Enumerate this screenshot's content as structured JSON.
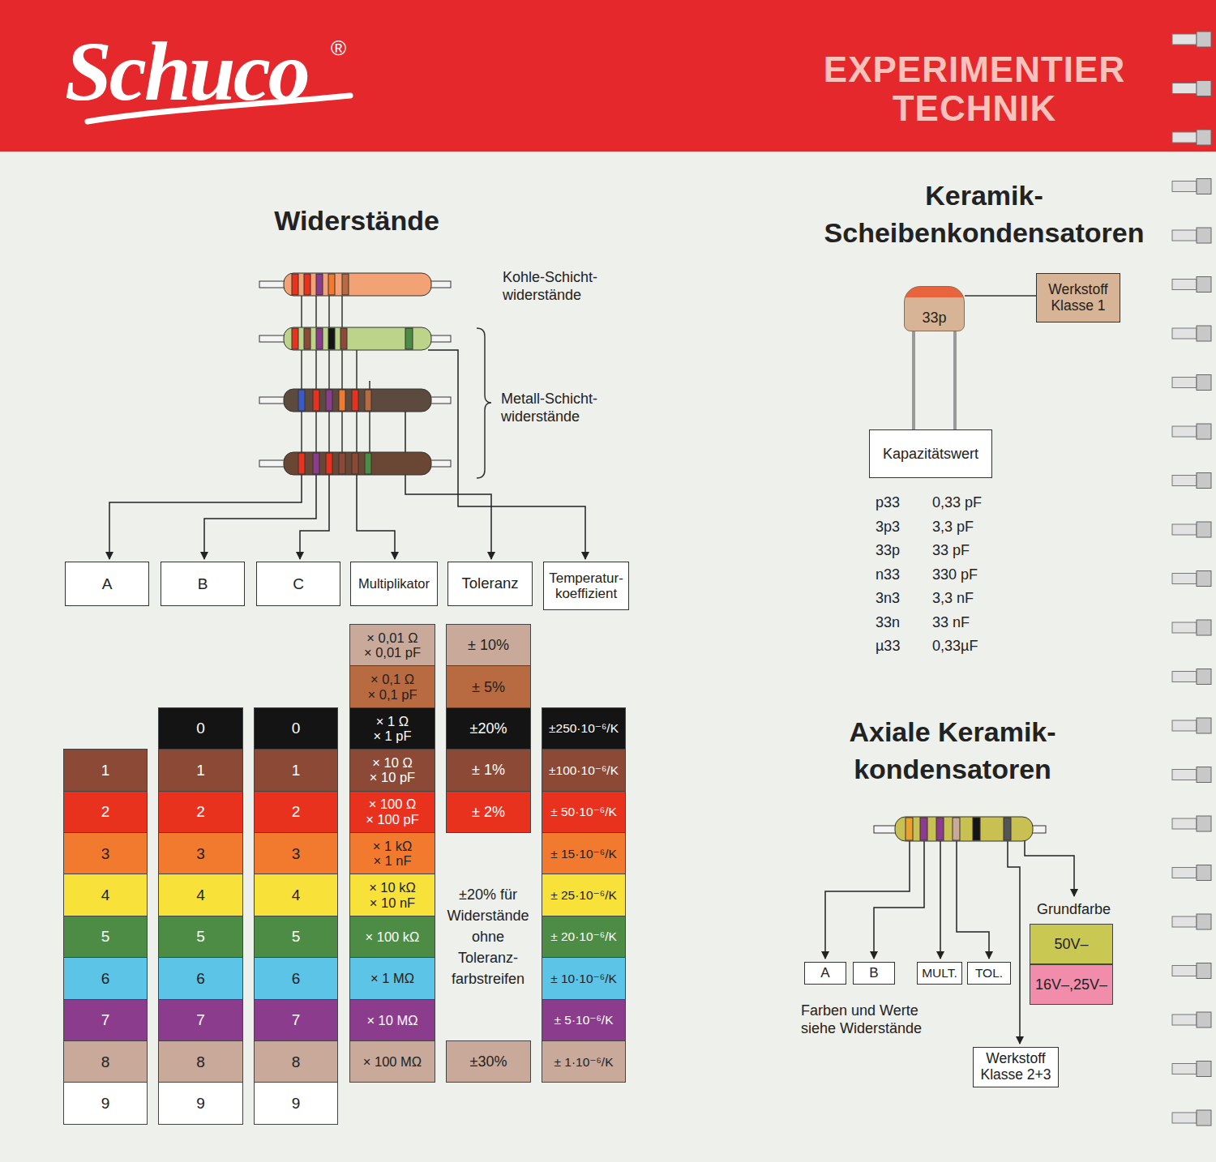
{
  "diagram": {
    "nodes": [
      {
        "text": [
          "A"
        ]
      },
      {
        "text": [
          "B"
        ]
      },
      {
        "text": [
          "C"
        ]
      },
      {
        "text": [
          "Multiplikator"
        ]
      },
      {
        "text": [
          "Toleranz"
        ]
      },
      {
        "text": [
          "Temperatur- koeffizient"
        ]
      },
      {
        "text": [
          "1"
        ]
      },
      {
        "text": [
          "2"
        ]
      },
      {
        "text": [
          "3"
        ]
      },
      {
        "text": [
          "4"
        ]
      },
      {
        "text": [
          "5"
        ]
      },
      {
        "text": [
          "6"
        ]
      },
      {
        "text": [
          "7"
        ]
      },
      {
        "text": [
          "8"
        ]
      },
      {
        "text": [
          "9"
        ]
      },
      {
        "text": [
          "0"
        ]
      },
      {
        "text": [
          "1"
        ]
      },
      {
        "text": [
          "2"
        ]
      },
      {
        "text": [
          "3"
        ]
      },
      {
        "text": [
          "4"
        ]
      },
      {
        "text": [
          "5"
        ]
      },
      {
        "text": [
          "6"
        ]
      },
      {
        "text": [
          "7"
        ]
      },
      {
        "text": [
          "8"
        ]
      },
      {
        "text": [
          "9"
        ]
      },
      {
        "text": [
          "0"
        ]
      },
      {
        "text": [
          "1"
        ]
      },
      {
        "text": [
          "2"
        ]
      },
      {
        "text": [
          "3"
        ]
      },
      {
        "text": [
          "4"
        ]
      },
      {
        "text": [
          "5"
        ]
      },
      {
        "text": [
          "6"
        ]
      },
      {
        "text": [
          "7"
        ]
      },
      {
        "text": [
          "8"
        ]
      },
      {
        "text": [
          "9"
        ]
      },
      {
        "text": [
          "× 0,01 Ω",
          "× 0,01 pF"
        ]
      },
      {
        "text": [
          "× 0,1 Ω",
          "× 0,1 pF"
        ]
      },
      {
        "text": [
          "× 1 Ω",
          "× 1 pF"
        ]
      },
      {
        "text": [
          "× 10 Ω",
          "× 10 pF"
        ]
      },
      {
        "text": [
          "× 100 Ω",
          "× 100 pF"
        ]
      },
      {
        "text": [
          "× 1 kΩ",
          "× 1 nF"
        ]
      },
      {
        "text": [
          "× 10 kΩ",
          "× 10 nF"
        ]
      },
      {
        "text": [
          "× 100 kΩ"
        ]
      },
      {
        "text": [
          "× 1 MΩ"
        ]
      },
      {
        "text": [
          "× 10 MΩ"
        ]
      },
      {
        "text": [
          "× 100 MΩ"
        ]
      },
      {
        "text": [
          "± 10%"
        ]
      },
      {
        "text": [
          "± 5%"
        ]
      },
      {
        "text": [
          "±20%"
        ]
      },
      {
        "text": [
          "± 1%"
        ]
      },
      {
        "text": [
          "± 2%"
        ]
      },
      {
        "text": [
          "±30%"
        ]
      },
      {
        "text": [
          "±250·10⁻⁶/K"
        ]
      },
      {
        "text": [
          "±100·10⁻⁶/K"
        ]
      },
      {
        "text": [
          "± 50·10⁻⁶/K"
        ]
      },
      {
        "text": [
          "± 15·10⁻⁶/K"
        ]
      },
      {
        "text": [
          "± 25·10⁻⁶/K"
        ]
      },
      {
        "text": [
          "± 20·10⁻⁶/K"
        ]
      },
      {
        "text": [
          "± 10·10⁻⁶/K"
        ]
      },
      {
        "text": [
          "± 5·10⁻⁶/K"
        ]
      },
      {
        "text": [
          "± 1·10⁻⁶/K"
        ]
      },
      {
        "text": [
          "33p"
        ]
      },
      {
        "text": [
          "Werkstoff Klasse 1"
        ]
      },
      {
        "text": [
          "Kapazitätswert"
        ]
      },
      {
        "text": [
          "A"
        ]
      },
      {
        "text": [
          "B"
        ]
      },
      {
        "text": [
          "MULT."
        ]
      },
      {
        "text": [
          "TOL."
        ]
      },
      {
        "text": [
          "Werkstoff Klasse 2+3"
        ]
      }
    ],
    "edges": [
      {
        "from": 61,
        "to": 62,
        "arrow": "none"
      },
      {
        "from": 61,
        "to": 63,
        "arrow": "none"
      }
    ],
    "labels": [
      "Schuco",
      "®",
      "EXPERIMENTIER TECHNIK",
      "Widerstände",
      "Kohle-Schicht- widerstände",
      "Metall-Schicht- widerstände",
      "±20% für Widerstände ohne Toleranz- farbstreifen",
      "Keramik- Scheibenkondensatoren",
      "p33",
      "0,33 pF",
      "3p3",
      "3,3 pF",
      "33p",
      "33 pF",
      "n33",
      "330 pF",
      "3n3",
      "3,3 nF",
      "33n",
      "33 nF",
      "µ33",
      "0,33µF",
      "Axiale Keramik- kondensatoren",
      "Grundfarbe",
      "Farben und Werte siehe Widerstände"
    ],
    "legend": [
      {
        "text": "50V–",
        "color": "#c9c853"
      },
      {
        "text": "16V–,25V–",
        "color": "#f28cab"
      }
    ]
  }
}
